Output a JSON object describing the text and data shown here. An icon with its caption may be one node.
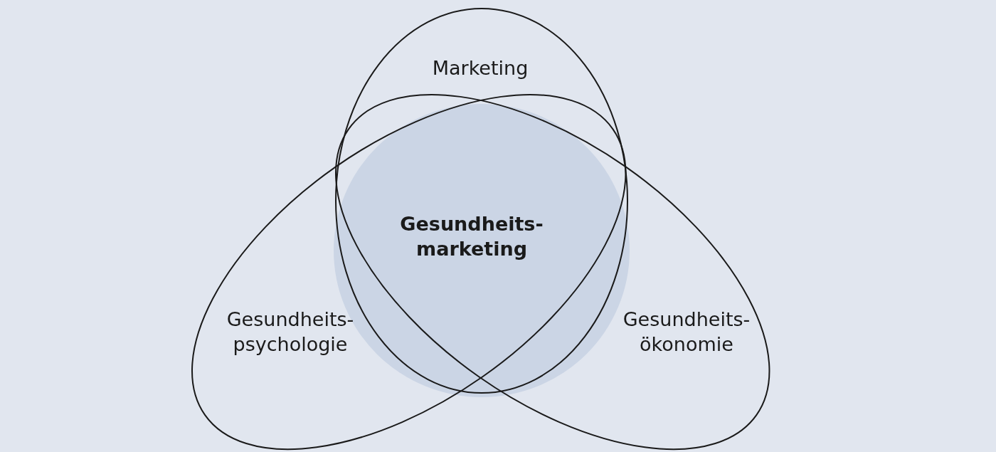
{
  "diagram": {
    "nodes": [
      {
        "text": [
          "Marketing"
        ]
      },
      {
        "text": [
          "Gesundheits- marketing"
        ]
      },
      {
        "text": [
          "Gesundheits- psychologie"
        ]
      },
      {
        "text": [
          "Gesundheits- ökonomie"
        ]
      }
    ]
  }
}
